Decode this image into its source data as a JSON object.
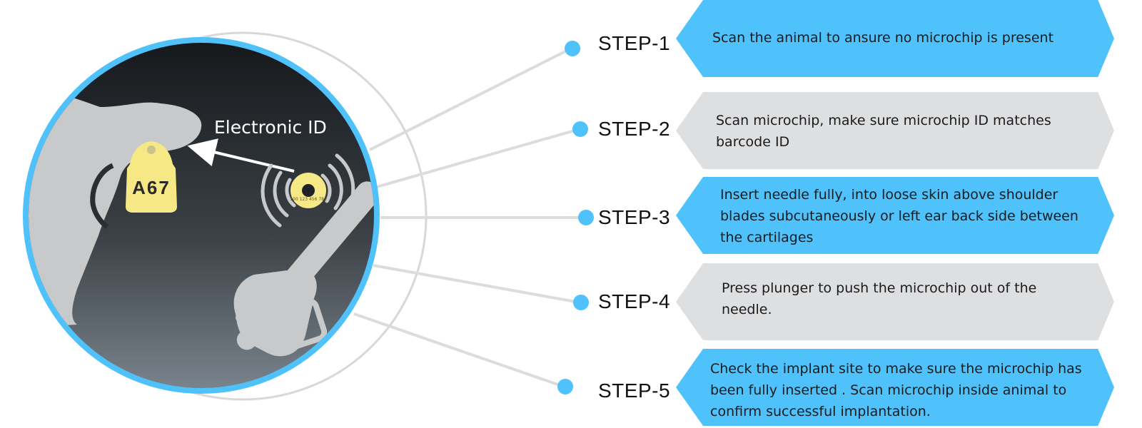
{
  "illustration": {
    "caption": "Electronic ID",
    "tag_text": "A67",
    "chip_text": "100 123 456 789",
    "colors": {
      "accent": "#4fc1fb",
      "dark": "#1e2226",
      "light": "#c8c9ca",
      "tag": "#f5e885"
    }
  },
  "steps": [
    {
      "label": "STEP-1",
      "text": "Scan the animal to ansure no microchip is present",
      "color": "blue"
    },
    {
      "label": "STEP-2",
      "text": "Scan microchip, make sure microchip ID matches barcode ID",
      "color": "grey"
    },
    {
      "label": "STEP-3",
      "text": "Insert needle fully, into loose skin above shoulder blades subcutaneously or left ear back side between the cartilages",
      "color": "blue"
    },
    {
      "label": "STEP-4",
      "text": "Press plunger to push the microchip out of the needle.",
      "color": "grey"
    },
    {
      "label": "STEP-5",
      "text": "Check the implant site to make sure the microchip has been fully inserted . Scan microchip inside animal to confirm successful implantation.",
      "color": "blue"
    }
  ]
}
